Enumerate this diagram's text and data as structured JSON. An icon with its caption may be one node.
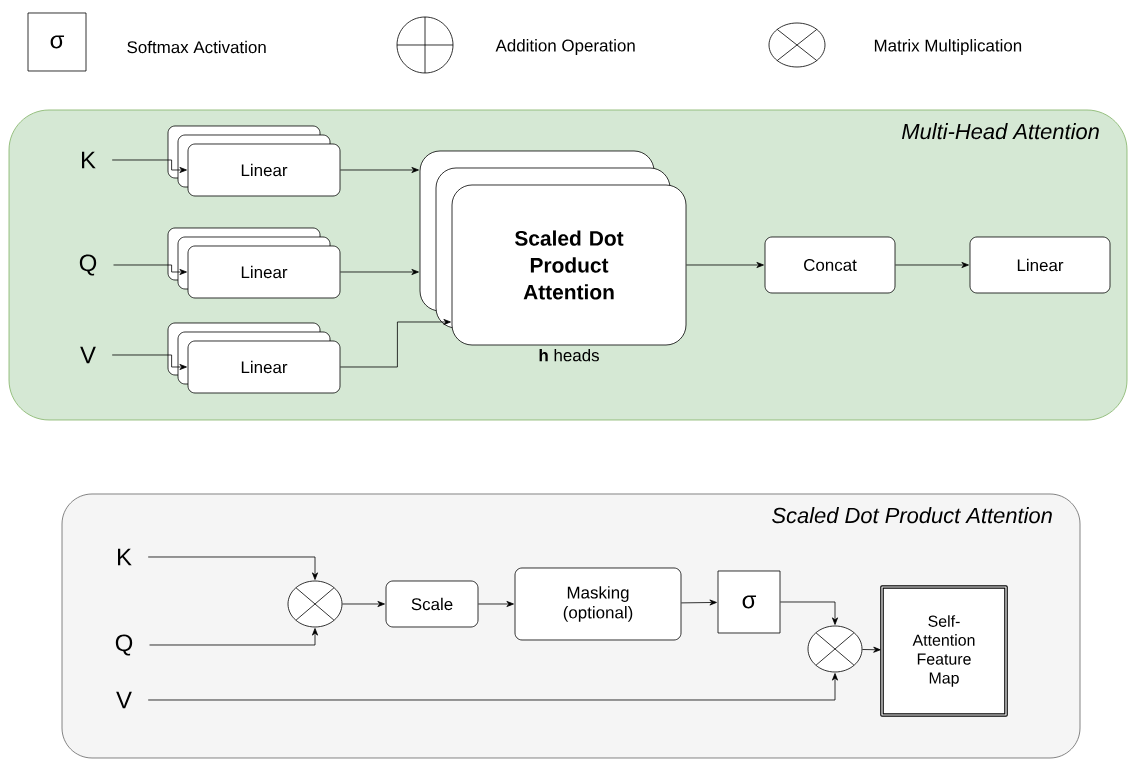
{
  "diagram": {
    "nodes": [
      {
        "text": [
          "Multi-Head Attention"
        ]
      },
      {
        "text": [
          "K"
        ],
        "in": 0
      },
      {
        "text": [
          "Q"
        ],
        "in": 0
      },
      {
        "text": [
          "V"
        ],
        "in": 0
      },
      {
        "text": [
          "Linear"
        ],
        "in": 0
      },
      {
        "text": [
          "Linear"
        ],
        "in": 0
      },
      {
        "text": [
          "Linear"
        ],
        "in": 0
      },
      {
        "text": [
          "Scaled Dot Product Attention"
        ],
        "beside": [
          "**h** heads"
        ],
        "in": 0
      },
      {
        "text": [
          "Concat"
        ],
        "in": 0
      },
      {
        "text": [
          "Linear"
        ],
        "in": 0
      },
      {
        "text": [
          "Scaled Dot Product Attention"
        ]
      },
      {
        "text": [
          "K"
        ],
        "in": 10
      },
      {
        "text": [
          "Q"
        ],
        "in": 10
      },
      {
        "text": [
          "V"
        ],
        "in": 10
      },
      {
        "text": [],
        "shape": "circle",
        "in": 10
      },
      {
        "text": [
          "Scale"
        ],
        "in": 10
      },
      {
        "text": [
          "Masking (optional)"
        ],
        "in": 10
      },
      {
        "text": [
          "σ"
        ],
        "in": 10
      },
      {
        "text": [],
        "shape": "circle",
        "in": 10
      },
      {
        "text": [
          "Self-Attention Feature Map"
        ],
        "in": 10
      }
    ],
    "edges": [
      {
        "from": 1,
        "to": 4,
        "arrow": "to"
      },
      {
        "from": 2,
        "to": 5,
        "arrow": "to"
      },
      {
        "from": 3,
        "to": 6,
        "arrow": "to"
      },
      {
        "from": 4,
        "to": 7,
        "arrow": "to"
      },
      {
        "from": 5,
        "to": 7,
        "arrow": "to"
      },
      {
        "from": 6,
        "to": 7,
        "arrow": "to"
      },
      {
        "from": 7,
        "to": 8,
        "arrow": "to"
      },
      {
        "from": 8,
        "to": 9,
        "arrow": "to"
      },
      {
        "from": 11,
        "to": 14,
        "arrow": "to"
      },
      {
        "from": 12,
        "to": 14,
        "arrow": "to"
      },
      {
        "from": 14,
        "to": 15,
        "arrow": "to"
      },
      {
        "from": 15,
        "to": 16,
        "arrow": "to"
      },
      {
        "from": 16,
        "to": 17,
        "arrow": "to"
      },
      {
        "from": 17,
        "to": 18,
        "arrow": "to"
      },
      {
        "from": 13,
        "to": 18,
        "arrow": "to"
      },
      {
        "from": 18,
        "to": 19,
        "arrow": "to"
      }
    ],
    "labels": [
      "σ"
    ],
    "legend": [
      {
        "text": "Softmax Activation"
      },
      {
        "text": "Addition Operation"
      },
      {
        "text": "Matrix Multiplication"
      }
    ]
  }
}
